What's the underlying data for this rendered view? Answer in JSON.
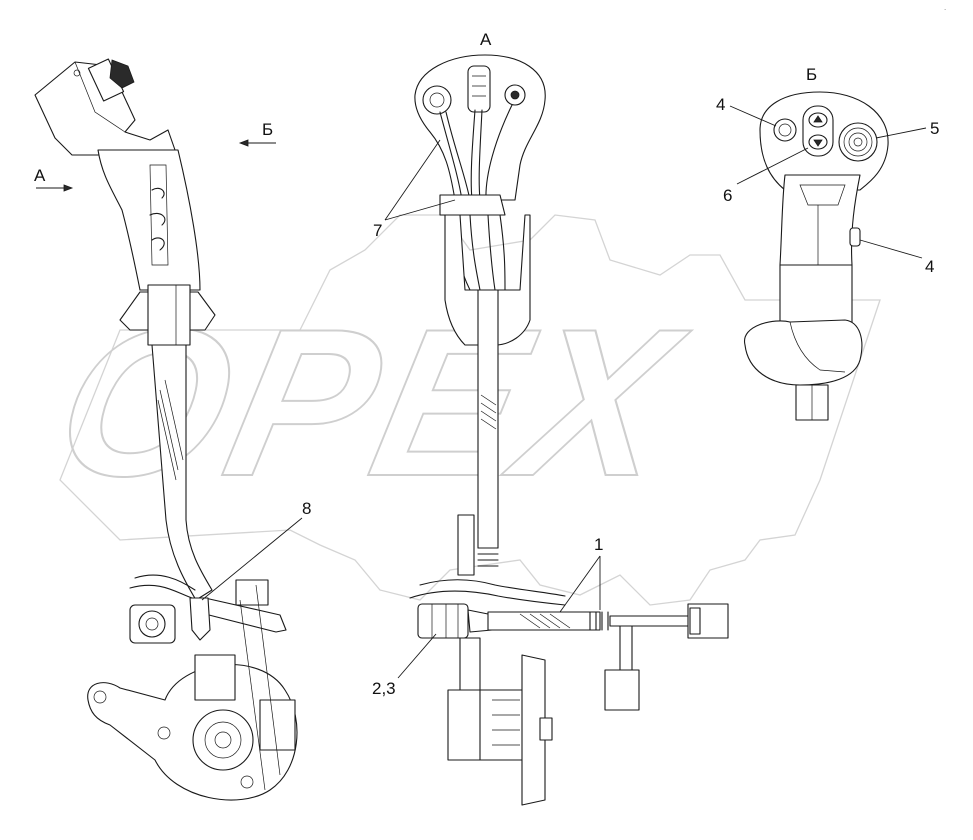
{
  "watermark": {
    "text": "OPEX"
  },
  "corner_mark": ".",
  "views": {
    "left": {
      "arrow_a": "А",
      "arrow_b": "Б"
    },
    "center": {
      "title": "А"
    },
    "right": {
      "title": "Б"
    }
  },
  "callouts": {
    "c1": "1",
    "c23": "2,3",
    "c4_top": "4",
    "c4_side": "4",
    "c5": "5",
    "c6": "6",
    "c7": "7",
    "c8": "8"
  }
}
